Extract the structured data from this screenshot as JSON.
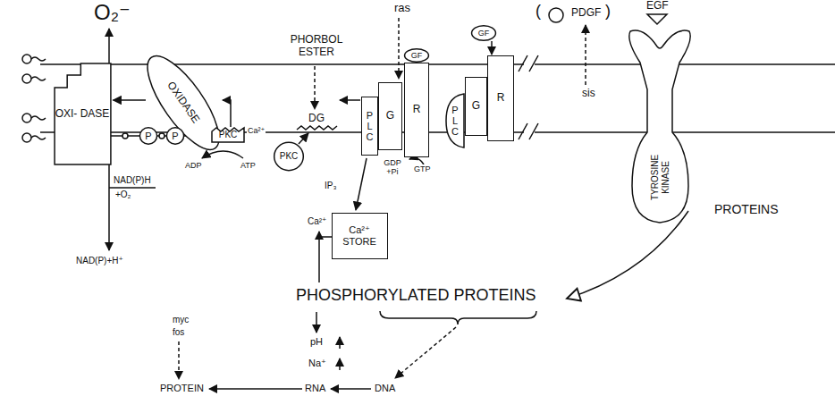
{
  "diagram": {
    "nodes": [
      {
        "text": [
          "OXI- DASE"
        ]
      },
      {
        "text": [
          "OXIDASE"
        ]
      },
      {
        "text": [
          "PKC"
        ]
      },
      {
        "text": [
          "P"
        ]
      },
      {
        "text": [
          "P"
        ]
      },
      {
        "text": [
          "PKC"
        ]
      },
      {
        "text": [
          "Ca²⁺ STORE"
        ]
      },
      {
        "text": [
          "PLC"
        ]
      },
      {
        "text": [
          "G"
        ]
      },
      {
        "text": [
          "R"
        ]
      },
      {
        "text": [
          "GF"
        ]
      },
      {
        "text": [
          "PLC"
        ]
      },
      {
        "text": [
          "G"
        ]
      },
      {
        "text": [
          "R"
        ]
      },
      {
        "text": [
          "GF"
        ]
      },
      {
        "text": [
          "TYROSINE KINASE"
        ]
      }
    ],
    "edges": [
      {
        "from": 1,
        "to": 0,
        "arrow": "to"
      },
      {
        "from": 2,
        "to": 1,
        "arrow": "to"
      },
      {
        "from": 14,
        "to": 13,
        "arrow": "to"
      }
    ],
    "labels": [
      "O₂⁻",
      "NAD(P)H",
      "+O₂",
      "NAD(P)+H⁺",
      "Ca²⁺",
      "ADP",
      "ATP",
      "PHORBOL ESTER",
      "DG",
      "IP₃",
      "Ca²⁺",
      "ras",
      "GDP +Pi",
      "GTP",
      "(",
      "PDGF",
      ")",
      "sis",
      "EGF",
      "PROTEINS",
      "PHOSPHORYLATED PROTEINS",
      "pH",
      "Na⁺",
      "RNA",
      "DNA",
      "PROTEIN",
      "myc",
      "fos"
    ]
  }
}
